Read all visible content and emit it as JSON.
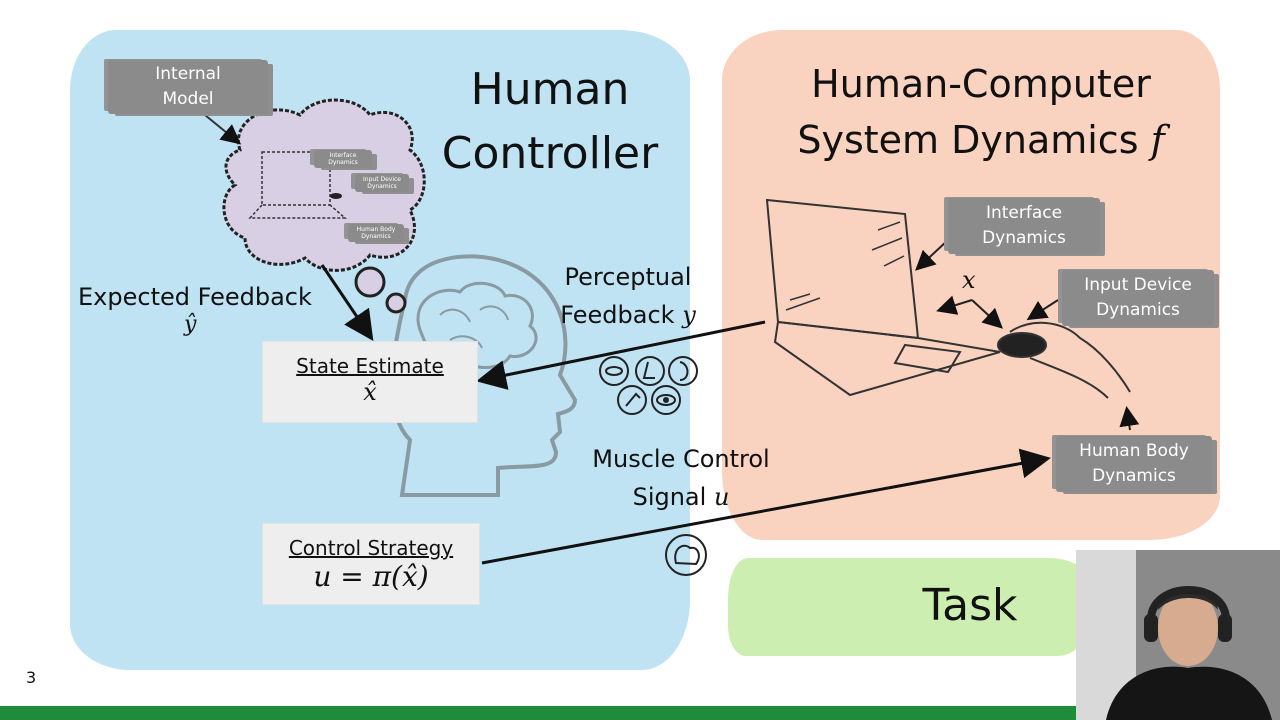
{
  "slide_number": "3",
  "human_controller": {
    "title_line1": "Human",
    "title_line2": "Controller",
    "internal_model_line1": "Internal",
    "internal_model_line2": "Model",
    "thought_tags": [
      "Interface Dynamics",
      "Input Device Dynamics",
      "Human Body Dynamics"
    ],
    "expected_feedback": "Expected Feedback",
    "expected_feedback_symbol": "ŷ",
    "state_estimate_title": "State Estimate",
    "state_estimate_symbol": "x̂",
    "control_strategy_title": "Control Strategy",
    "control_strategy_formula": "u = π(x̂)"
  },
  "signals": {
    "perceptual_line1": "Perceptual",
    "perceptual_line2": "Feedback",
    "perceptual_symbol": "y",
    "muscle_line1": "Muscle Control",
    "muscle_line2": "Signal",
    "muscle_symbol": "u"
  },
  "system": {
    "title_line1": "Human-Computer",
    "title_line2": "System Dynamics",
    "title_symbol": "f",
    "state_symbol": "x",
    "interface_line1": "Interface",
    "interface_line2": "Dynamics",
    "input_device_line1": "Input Device",
    "input_device_line2": "Dynamics",
    "human_body_line1": "Human Body",
    "human_body_line2": "Dynamics"
  },
  "task_label": "Task",
  "colors": {
    "human_region": "#bfe3f3",
    "system_region": "#f9d2c0",
    "task_region": "#cdeeb1",
    "thought_cloud": "#d8cfe4",
    "tag_grey": "#8b8b8b",
    "footer_bar": "#1f8c3a"
  }
}
